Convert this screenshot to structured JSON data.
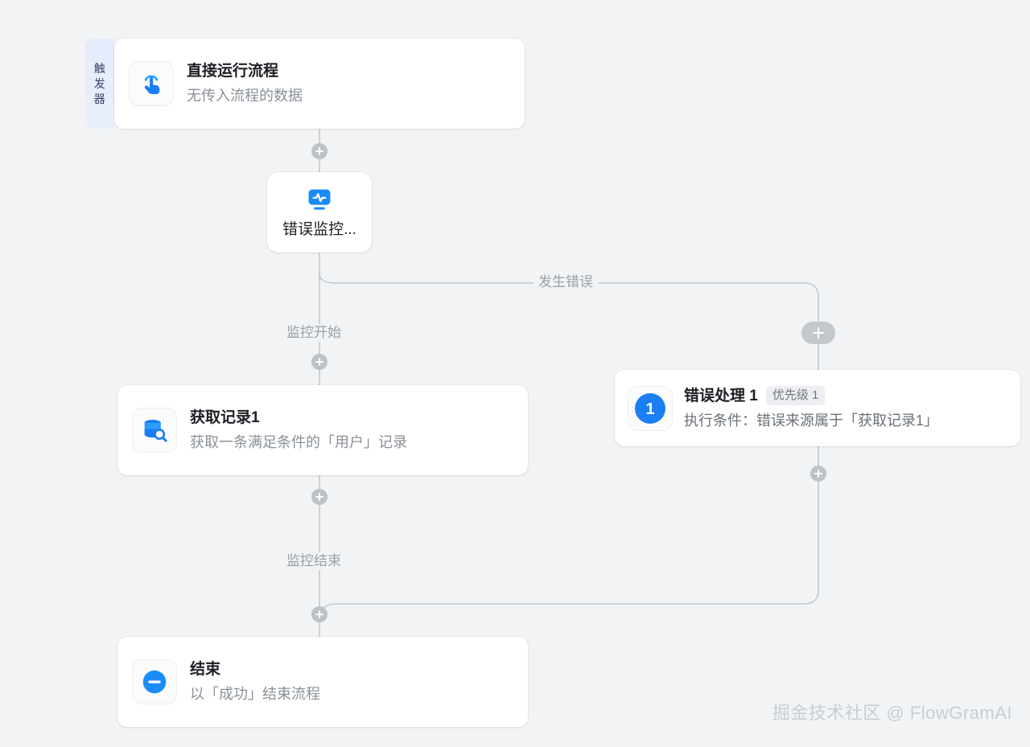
{
  "canvas": {
    "background_color": "#f1f3f5",
    "accent_color": "#1a7ef5",
    "edge_color": "#c4c9ce",
    "muted_text_color": "#9aa0a6"
  },
  "trigger_group": {
    "tab_label": "触发器",
    "node": {
      "icon": "tap-gesture-icon",
      "title": "直接运行流程",
      "subtitle": "无传入流程的数据"
    }
  },
  "nodes": {
    "error_monitor": {
      "icon": "monitor-pulse-icon",
      "label": "错误监控..."
    },
    "get_record": {
      "icon": "database-search-icon",
      "title": "获取记录1",
      "subtitle": "获取一条满足条件的「用户」记录"
    },
    "error_handler": {
      "icon": "number-badge-1-icon",
      "icon_number": "1",
      "title": "错误处理 1",
      "badge": "优先级 1",
      "subtitle": "执行条件：错误来源属于「获取记录1」"
    },
    "end_node": {
      "icon": "minus-circle-icon",
      "title": "结束",
      "subtitle": "以「成功」结束流程"
    }
  },
  "edge_labels": {
    "error_occurred": "发生错误",
    "monitor_start": "监控开始",
    "monitor_end": "监控结束"
  },
  "connectors": {
    "add_label": "+",
    "items": [
      {
        "name": "add-node-after-trigger"
      },
      {
        "name": "add-node-monitor-start"
      },
      {
        "name": "add-node-error-branch"
      },
      {
        "name": "add-node-after-error-handler"
      },
      {
        "name": "add-node-before-end"
      }
    ]
  },
  "watermark": {
    "text": "掘金技术社区 @ FlowGramAI"
  }
}
